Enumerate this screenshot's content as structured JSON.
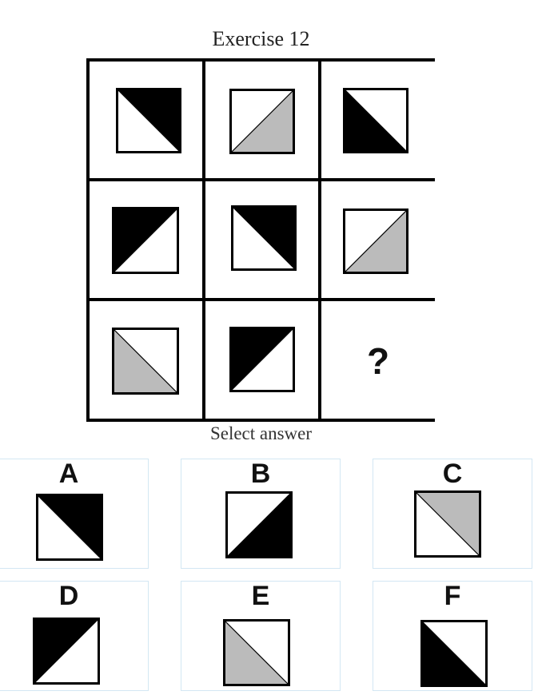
{
  "title": "Exercise 12",
  "select_label": "Select answer",
  "colors": {
    "black": "#000000",
    "gray": "#bbbbbb",
    "white": "#ffffff"
  },
  "grid": [
    [
      {
        "fill": "black",
        "triangle": "top-right"
      },
      {
        "fill": "gray",
        "triangle": "bottom-right"
      },
      {
        "fill": "black",
        "triangle": "bottom-left"
      }
    ],
    [
      {
        "fill": "black",
        "triangle": "top-left"
      },
      {
        "fill": "black",
        "triangle": "top-right"
      },
      {
        "fill": "gray",
        "triangle": "bottom-right"
      }
    ],
    [
      {
        "fill": "gray",
        "triangle": "bottom-left"
      },
      {
        "fill": "black",
        "triangle": "top-left"
      },
      {
        "missing": true,
        "mark": "?"
      }
    ]
  ],
  "options": [
    {
      "letter": "A",
      "fill": "black",
      "triangle": "top-right"
    },
    {
      "letter": "B",
      "fill": "black",
      "triangle": "bottom-right"
    },
    {
      "letter": "C",
      "fill": "gray",
      "triangle": "top-right"
    },
    {
      "letter": "D",
      "fill": "black",
      "triangle": "top-left"
    },
    {
      "letter": "E",
      "fill": "gray",
      "triangle": "bottom-left"
    },
    {
      "letter": "F",
      "fill": "black",
      "triangle": "bottom-left"
    }
  ]
}
